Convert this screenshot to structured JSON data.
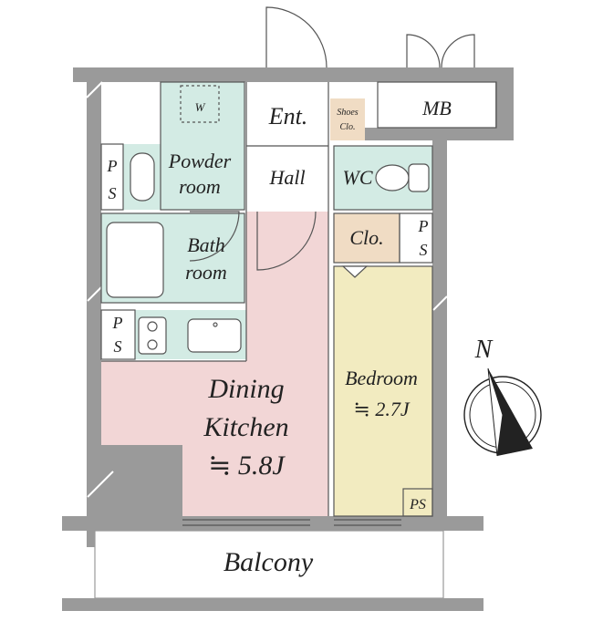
{
  "rooms": {
    "entrance": "Ent.",
    "shoes_closet_line1": "Shoes",
    "shoes_closet_line2": "Clo.",
    "meter_box": "MB",
    "powder_room_line1": "Powder",
    "powder_room_line2": "room",
    "washer": "W",
    "hall": "Hall",
    "wc": "WC",
    "bath_room_line1": "Bath",
    "bath_room_line2": "room",
    "closet": "Clo.",
    "bedroom_line1": "Bedroom",
    "bedroom_line2": "≒ 2.7J",
    "dining_kitchen_line1": "Dining",
    "dining_kitchen_line2": "Kitchen",
    "dining_kitchen_line3": "≒ 5.8J",
    "balcony": "Balcony"
  },
  "pipe_spaces": {
    "ps_left_top_p": "P",
    "ps_left_top_s": "S",
    "ps_left_mid_p": "P",
    "ps_left_mid_s": "S",
    "ps_right_p": "P",
    "ps_right_s": "S",
    "ps_bedroom": "PS"
  },
  "compass": {
    "north": "N"
  },
  "colors": {
    "wall": "#9a9a9a",
    "wet_area": "#d3ebe4",
    "dining_kitchen": "#f2d6d6",
    "bedroom": "#f2ebc0",
    "closet": "#f0dcc4",
    "white": "#ffffff",
    "line": "#555555"
  }
}
